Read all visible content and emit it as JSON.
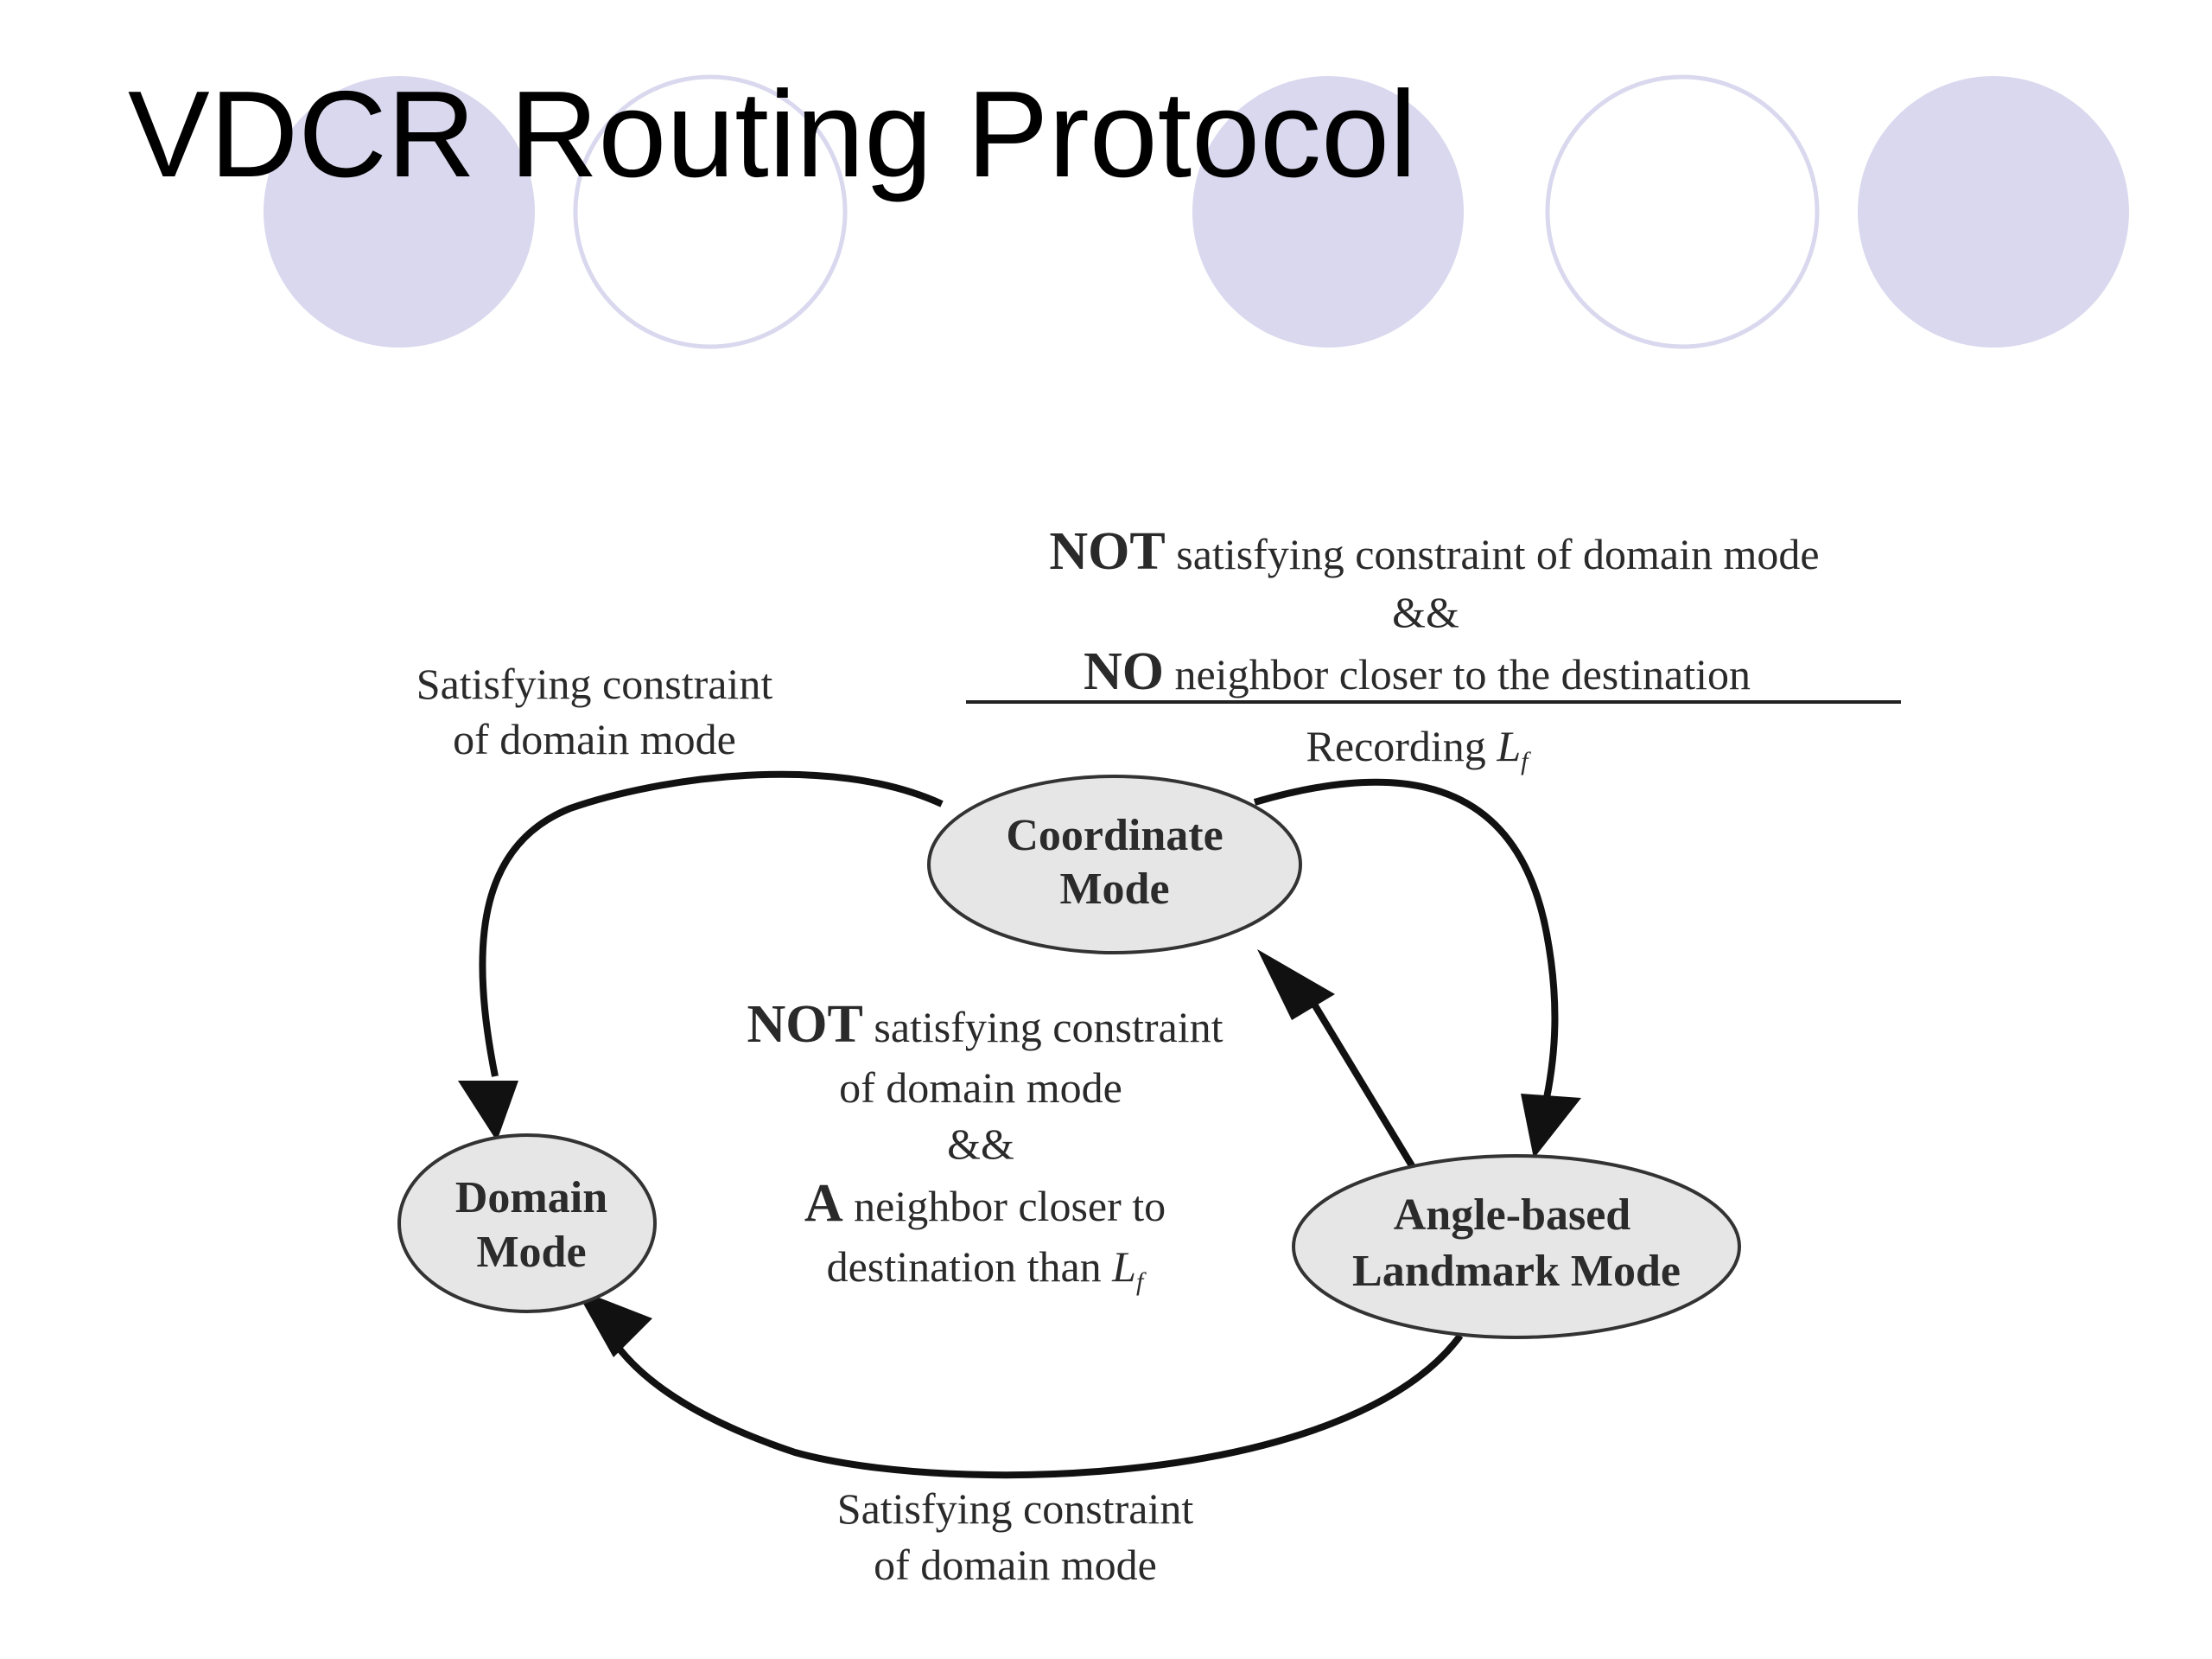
{
  "slide": {
    "title": "VDCR Routing Protocol"
  },
  "theme": {
    "circle_fill": "#d9d8ee",
    "circle_stroke": "#d9d8ee",
    "text": "#000000"
  },
  "diagram": {
    "nodes": {
      "coordinate": {
        "line1": "Coordinate",
        "line2": "Mode"
      },
      "domain": {
        "line1": "Domain",
        "line2": "Mode"
      },
      "landmark": {
        "line1": "Angle-based",
        "line2": "Landmark Mode"
      }
    },
    "labels": {
      "coord_to_domain": {
        "line1": "Satisfying constraint",
        "line2": "of domain mode"
      },
      "coord_to_landmark": {
        "line1_bold": "NOT",
        "line1_rest": " satisfying constraint of domain mode",
        "line2": "&&",
        "line3_bold": "NO",
        "line3_rest": " neighbor closer to the destination",
        "line4_prefix": "Recording ",
        "line4_var": "L",
        "line4_sub": "f"
      },
      "landmark_to_coord": {
        "line1_bold": "NOT",
        "line1_rest": " satisfying constraint",
        "line2": "of domain mode",
        "line3": "&&",
        "line4_bold": "A",
        "line4_rest": " neighbor closer to",
        "line5_prefix": "destination than ",
        "line5_var": "L",
        "line5_sub": "f"
      },
      "landmark_to_domain": {
        "line1": "Satisfying constraint",
        "line2": "of domain mode"
      }
    }
  }
}
